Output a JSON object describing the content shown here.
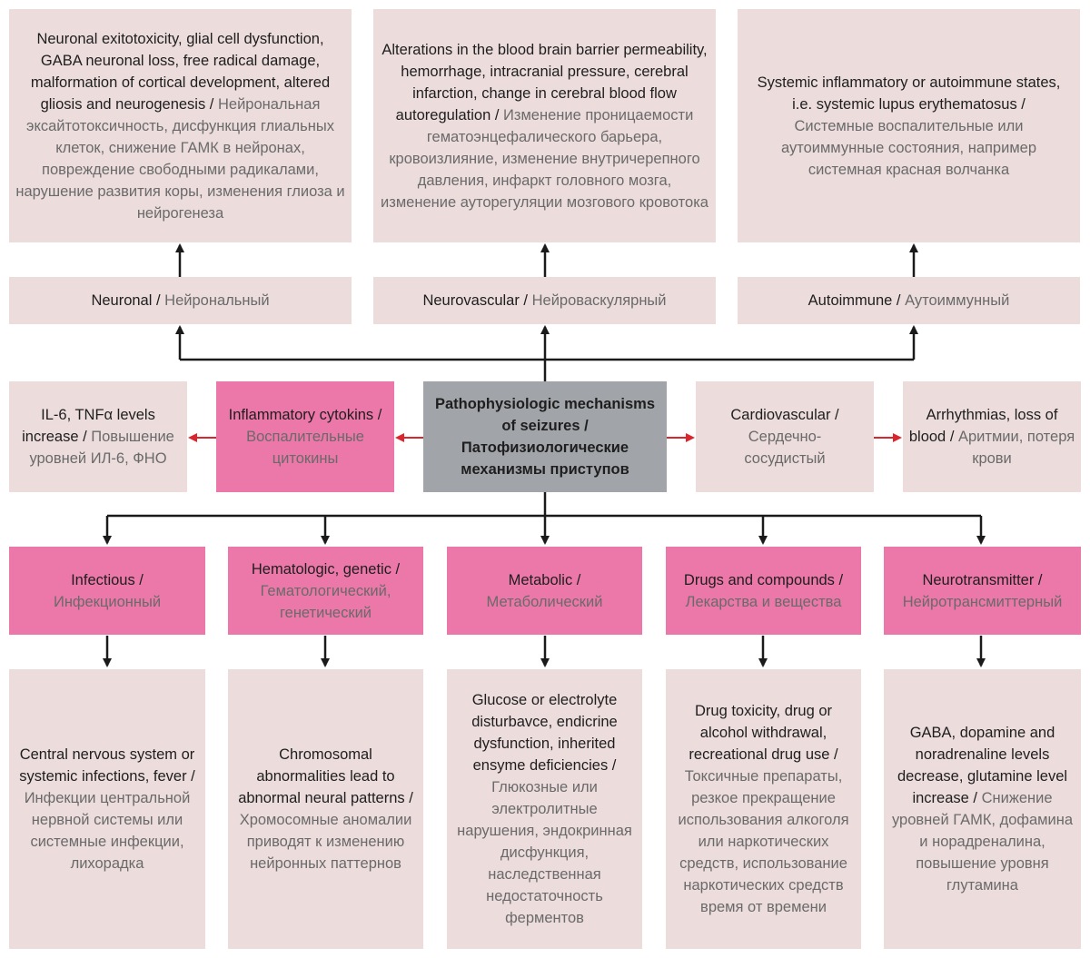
{
  "top": [
    {
      "en": "Neuronal exitotoxicity, glial cell dysfunction, GABA neuronal loss, free radical damage, malformation of cortical development, altered gliosis and neurogenesis /",
      "ru": "Нейрональная эксайтотоксичность, дисфункция глиальных клеток, снижение ГАМК в нейронах, повреждение свободными радикалами, нарушение развития коры, изменения глиоза и нейрогенеза"
    },
    {
      "en": "Alterations in the blood brain barrier permeability, hemorrhage, intracranial pressure, cerebral infarction, change in cerebral blood flow autoregulation /",
      "ru": "Изменение проницаемости гематоэнцефалического барьера, кровоизлияние, изменение внутричерепного давления, инфаркт головного мозга, изменение ауторегуляции мозгового кровотока"
    },
    {
      "en": "Systemic inflammatory or autoimmune states, i.e. systemic lupus erythematosus /",
      "ru": "Системные воспалительные или аутоиммунные состояния, например системная красная волчанка"
    }
  ],
  "categories": [
    {
      "en": "Neuronal /",
      "ru": "Нейрональный"
    },
    {
      "en": "Neurovascular /",
      "ru": "Нейроваскулярный"
    },
    {
      "en": "Autoimmune /",
      "ru": "Аутоиммунный"
    }
  ],
  "middle": {
    "il6": {
      "en": "IL-6, TNFα levels increase /",
      "ru": "Повышение уровней ИЛ-6, ФНО"
    },
    "cytokins": {
      "en": "Inflammatory cytokins /",
      "ru": "Воспалительные цитокины"
    },
    "center": {
      "en": "Pathophysiologic mechanisms of seizures /",
      "ru": "Патофизиологические механизмы приступов"
    },
    "cardio": {
      "en": "Cardiovascular /",
      "ru": "Сердечно-сосудистый"
    },
    "arrhythmia": {
      "en": "Arrhythmias, loss of blood /",
      "ru": "Аритмии, потеря крови"
    }
  },
  "bottom_categories": [
    {
      "en": "Infectious /",
      "ru": "Инфекционный"
    },
    {
      "en": "Hematologic, genetic /",
      "ru": "Гематологический, генетический"
    },
    {
      "en": "Metabolic /",
      "ru": "Метаболический"
    },
    {
      "en": "Drugs and compounds /",
      "ru": "Лекарства и вещества"
    },
    {
      "en": "Neurotransmitter /",
      "ru": "Нейротрансмиттерный"
    }
  ],
  "bottom": [
    {
      "en": "Central nervous system or systemic infections, fever /",
      "ru": "Инфекции центральной нервной системы или системные инфекции, лихорадка"
    },
    {
      "en": "Chromosomal abnormalities lead to abnormal neural patterns /",
      "ru": "Хромосомные аномалии приводят к изменению нейронных паттернов"
    },
    {
      "en": "Glucose or electrolyte disturbavce, endicrine dysfunction, inherited ensyme deficiencies /",
      "ru": "Глюкозные или электролитные нарушения, эндокринная дисфункция, наследственная недостаточность ферментов"
    },
    {
      "en": "Drug toxicity, drug or alcohol withdrawal, recreational drug use /",
      "ru": "Токсичные препараты, резкое прекращение использования алкоголя или наркотических средств, использование наркотических средств время от времени"
    },
    {
      "en": "GABA, dopamine and noradrenaline levels decrease, glutamine level increase /",
      "ru": "Снижение уровней ГАМК, дофамина и норадреналина, повышение уровня глутамина"
    }
  ],
  "colors": {
    "light": "#ecdcdc",
    "pink": "#ec77a9",
    "gray": "#a1a4a8",
    "arrow": "#1a1a1a",
    "red_arrow": "#d9262c"
  }
}
